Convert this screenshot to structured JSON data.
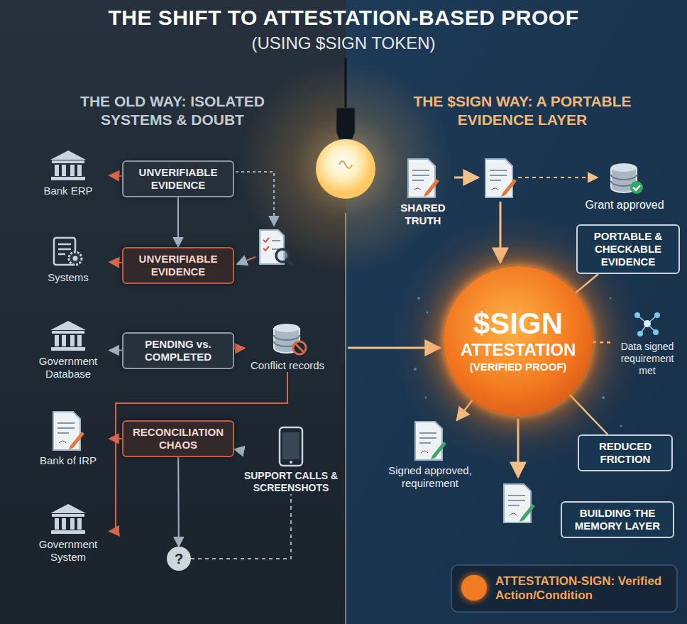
{
  "diagram": {
    "title": "THE SHIFT TO ATTESTATION-BASED PROOF",
    "nodes": [
      {
        "text": [
          "Bank ERP"
        ]
      },
      {
        "text": [
          "Systems"
        ]
      },
      {
        "text": [
          "Government Database"
        ]
      },
      {
        "text": [
          "Bank of IRP"
        ]
      },
      {
        "text": [
          "Government System"
        ]
      },
      {
        "text": [
          "UNVERIFIABLE EVIDENCE"
        ]
      },
      {
        "text": [
          "UNVERIFIABLE EVIDENCE"
        ]
      },
      {
        "text": [
          "PENDING vs. COMPLETED"
        ]
      },
      {
        "text": [
          "RECONCILIATION CHAOS"
        ]
      },
      {
        "text": [
          "Conflict records"
        ]
      },
      {
        "text": [
          "SUPPORT CALLS & SCREENSHOTS"
        ]
      },
      {
        "text": [
          "?"
        ]
      },
      {
        "text": [
          "SHARED TRUTH"
        ]
      },
      {
        "text": [
          "Grant approved"
        ]
      },
      {
        "text": [
          "$SIGN",
          "ATTESTATION",
          "(VERIFIED PROOF)"
        ]
      },
      {
        "text": [
          "PORTABLE & CHECKABLE EVIDENCE"
        ]
      },
      {
        "text": [
          "Data signed requirement met"
        ]
      },
      {
        "text": [
          "REDUCED FRICTION"
        ]
      },
      {
        "text": [
          "Signed approved, requirement"
        ]
      },
      {
        "text": [
          "BUILDING THE MEMORY LAYER"
        ]
      }
    ],
    "edges": [
      {
        "from": 5,
        "to": 6,
        "arrow": "to"
      },
      {
        "from": 5,
        "to": 0,
        "arrow": "to"
      },
      {
        "from": 6,
        "to": 1,
        "arrow": "to"
      },
      {
        "from": 7,
        "to": 2,
        "arrow": "to"
      },
      {
        "from": 8,
        "to": 3,
        "arrow": "to"
      },
      {
        "from": 7,
        "to": 9,
        "arrow": "to"
      },
      {
        "from": 10,
        "to": 8,
        "arrow": "to"
      },
      {
        "from": 9,
        "to": 4,
        "arrow": "to"
      },
      {
        "from": 8,
        "to": 11,
        "arrow": "to"
      },
      {
        "from": 11,
        "to": 10,
        "arrow": "none"
      },
      {
        "from": 14,
        "to": 18,
        "arrow": "to"
      },
      {
        "from": 14,
        "to": 15,
        "arrow": "none"
      },
      {
        "from": 14,
        "to": 16,
        "arrow": "none"
      },
      {
        "from": 14,
        "to": 17,
        "arrow": "none"
      }
    ],
    "labels": [
      "(USING $SIGN TOKEN)",
      "THE OLD WAY: ISOLATED SYSTEMS & DOUBT",
      "THE $SIGN WAY: A PORTABLE EVIDENCE LAYER"
    ],
    "legend": [
      {
        "text": "ATTESTATION-SIGN: Verified Action/Condition",
        "color": "#f07b22"
      }
    ]
  }
}
